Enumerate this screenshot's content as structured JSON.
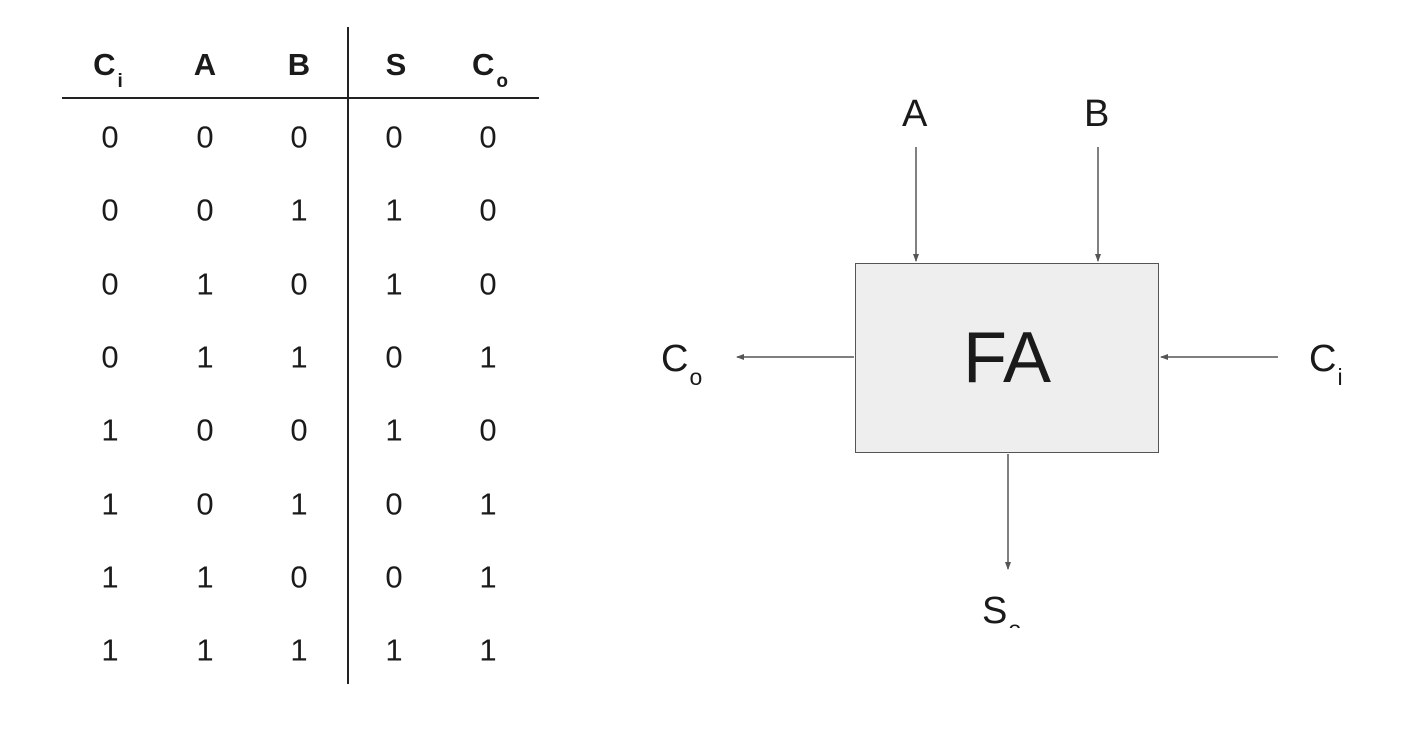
{
  "truth_table": {
    "columns": [
      {
        "letter": "C",
        "sub": "i"
      },
      {
        "letter": "A",
        "sub": ""
      },
      {
        "letter": "B",
        "sub": ""
      },
      {
        "letter": "S",
        "sub": ""
      },
      {
        "letter": "C",
        "sub": "o"
      }
    ],
    "rows": [
      [
        "0",
        "0",
        "0",
        "0",
        "0"
      ],
      [
        "0",
        "0",
        "1",
        "1",
        "0"
      ],
      [
        "0",
        "1",
        "0",
        "1",
        "0"
      ],
      [
        "0",
        "1",
        "1",
        "0",
        "1"
      ],
      [
        "1",
        "0",
        "0",
        "1",
        "0"
      ],
      [
        "1",
        "0",
        "1",
        "0",
        "1"
      ],
      [
        "1",
        "1",
        "0",
        "0",
        "1"
      ],
      [
        "1",
        "1",
        "1",
        "1",
        "1"
      ]
    ]
  },
  "diagram": {
    "block_label": "FA",
    "inputs": {
      "a": {
        "letter": "A",
        "sub": ""
      },
      "b": {
        "letter": "B",
        "sub": ""
      },
      "ci": {
        "letter": "C",
        "sub": "i"
      }
    },
    "outputs": {
      "co": {
        "letter": "C",
        "sub": "o"
      },
      "so": {
        "letter": "S",
        "sub": "o"
      }
    }
  }
}
